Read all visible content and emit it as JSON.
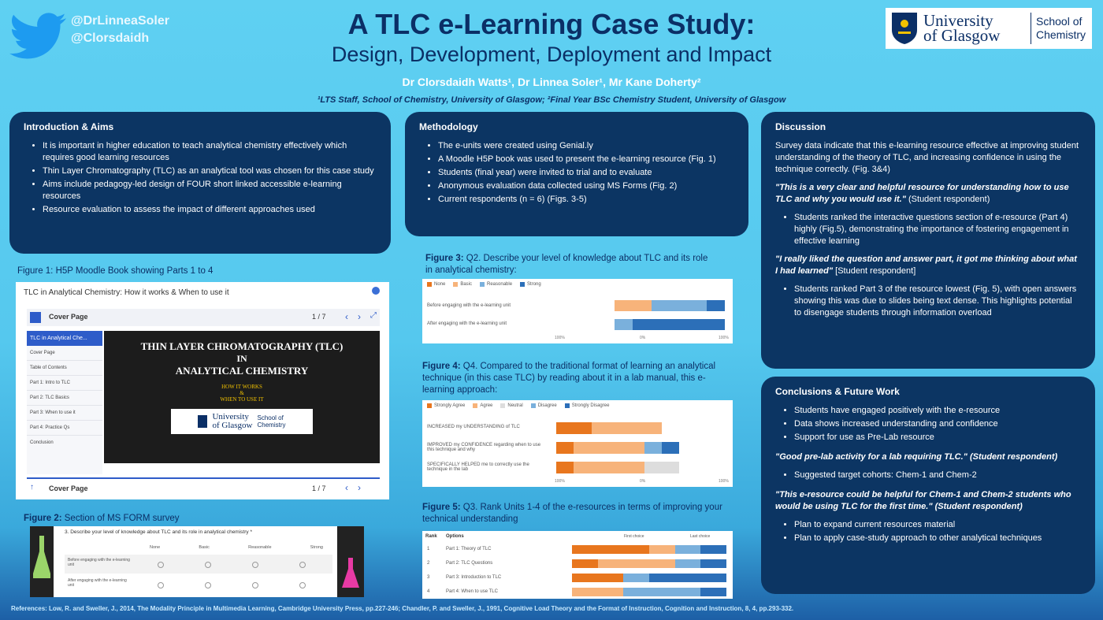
{
  "header": {
    "handle1": "@DrLinneaSoler",
    "handle2": "@Clorsdaidh",
    "title": "A TLC e-Learning Case Study:",
    "subtitle": "Design, Development, Deployment and Impact",
    "authors": "Dr Clorsdaidh Watts¹, Dr Linnea Soler¹, Mr Kane Doherty²",
    "affiliation": "¹LTS Staff, School of Chemistry, University of Glasgow; ²Final Year BSc Chemistry Student, University of Glasgow",
    "logo_uni_1": "University",
    "logo_uni_2": "of Glasgow",
    "logo_school_1": "School of",
    "logo_school_2": "Chemistry"
  },
  "intro": {
    "heading": "Introduction & Aims",
    "items": [
      "It is important in higher education to teach analytical chemistry effectively which requires good learning resources",
      "Thin Layer Chromatography (TLC) as an analytical tool was chosen for this case study",
      "Aims include pedagogy-led design of FOUR short linked accessible e-learning resources",
      "Resource evaluation to assess the impact of different approaches used"
    ]
  },
  "method": {
    "heading": "Methodology",
    "items": [
      "The e-units were created using Genial.ly",
      "A Moodle H5P book was used to present the e-learning resource (Fig. 1)",
      "Students (final year) were invited to trial and to evaluate",
      "Anonymous evaluation data collected using MS Forms (Fig. 2)",
      "Current respondents (n = 6) (Figs. 3-5)"
    ]
  },
  "discussion": {
    "heading": "Discussion",
    "p1": "Survey data indicate that this e-learning resource effective at improving student understanding of the theory of TLC, and increasing confidence in using the technique correctly. (Fig. 3&4)",
    "q1": "\"This is a very clear and helpful resource for understanding how to use TLC and why you would use it.\"",
    "q1_src": " (Student respondent)",
    "b1": "Students ranked the interactive questions section of e-resource (Part 4) highly (Fig.5), demonstrating the importance of fostering engagement in effective learning",
    "q2": "\"I really liked the question and answer part, it got me thinking about what I had learned\"",
    "q2_src": " [Student respondent]",
    "b2": "Students ranked Part 3 of the resource lowest (Fig. 5), with open answers showing this was due to slides being text dense. This highlights potential to disengage students through information overload"
  },
  "conclusions": {
    "heading": "Conclusions & Future Work",
    "items": [
      "Students have engaged positively with the e-resource",
      "Data shows increased understanding and confidence",
      "Support for use as Pre-Lab resource"
    ],
    "q1": "\"Good pre-lab activity for a lab requiring TLC.\" (Student respondent)",
    "target": "Suggested target cohorts: Chem-1 and Chem-2",
    "q2": "\"This e-resource could be helpful for Chem-1 and Chem-2 students who would be using TLC for the first time.\" (Student respondent)",
    "plans": [
      "Plan to expand current resources material",
      "Plan to apply case-study approach to other analytical techniques"
    ]
  },
  "fig1": {
    "caption": "Figure 1: H5P Moodle Book showing Parts 1 to 4",
    "window_title": "TLC in Analytical Chemistry: How it works & When to use it",
    "page_label": "Cover Page",
    "page_count": "1 / 7",
    "sidebar_title": "TLC in Analytical Che...",
    "sidebar_items": [
      "Cover Page",
      "Table of Contents",
      "Part 1: Intro to TLC",
      "Part 2: TLC Basics",
      "Part 3: When to use it",
      "Part 4: Practice Qs",
      "Conclusion"
    ],
    "slide_title_1": "THIN LAYER CHROMATOGRAPHY (TLC)",
    "slide_title_2": "IN",
    "slide_title_3": "ANALYTICAL CHEMISTRY",
    "slide_sub_1": "HOW IT WORKS",
    "slide_sub_2": "&",
    "slide_sub_3": "WHEN TO USE IT",
    "footer_label": "Cover Page",
    "footer_count": "1 / 7"
  },
  "fig2": {
    "caption_b": "Figure 2:",
    "caption": " Section of MS FORM survey",
    "question": "3. Describe your level of knowledge about TLC and its role in analytical chemistry *",
    "cols": [
      "None",
      "Basic",
      "Reasonable",
      "Strong"
    ],
    "rows": [
      "Before engaging with the e-learning unit",
      "After engaging with the e-learning unit"
    ]
  },
  "fig3": {
    "caption_b": "Figure 3:",
    "caption": " Q2. Describe your level of knowledge about TLC and its role in analytical chemistry:",
    "legend": [
      "None",
      "Basic",
      "Reasonable",
      "Strong"
    ],
    "rows": [
      "Before engaging with the e-learning unit",
      "After engaging with the e-learning unit"
    ],
    "axis": [
      "100%",
      "0%",
      "100%"
    ]
  },
  "fig4": {
    "caption_b": "Figure 4:",
    "caption": " Q4. Compared to the traditional format of learning an analytical technique (in this case TLC) by reading about it in a lab manual, this e-learning approach:",
    "legend": [
      "Strongly Agree",
      "Agree",
      "Neutral",
      "Disagree",
      "Strongly Disagree"
    ],
    "rows": [
      "INCREASED my UNDERSTANDING of TLC",
      "IMPROVED my CONFIDENCE regarding when to use this technique and why",
      "SPECIFICALLY HELPED me to correctly use the technique in the lab"
    ],
    "axis": [
      "100%",
      "0%",
      "100%"
    ]
  },
  "fig5": {
    "caption_b": "Figure 5:",
    "caption": " Q3. Rank Units 1-4 of the e-resources in terms of improving your technical understanding",
    "col_rank": "Rank",
    "col_options": "Options",
    "col_first": "First choice",
    "col_last": "Last choice",
    "ranks": [
      "1",
      "2",
      "3",
      "4"
    ],
    "options": [
      "Part 1: Theory of TLC",
      "Part 2: TLC Questions",
      "Part 3: Introduction to TLC",
      "Part 4: When to use TLC"
    ]
  },
  "references": "References: Low, R. and Sweller, J., 2014, The Modality Principle in Multimedia Learning, Cambridge University Press, pp.227-246; Chandler, P. and Sweller, J., 1991, Cognitive Load Theory and the Format of Instruction, Cognition and Instruction, 8, 4, pp.293-332.",
  "colors": {
    "panel": "#0c3563",
    "accent": "#5fd0f2",
    "bar_dark": "#e8761e",
    "bar_light": "#f7b37a",
    "bar_blue_light": "#7ab0dc",
    "bar_blue_dark": "#2c6fb8"
  },
  "chart_data": [
    {
      "type": "bar",
      "orientation": "horizontal-stacked",
      "id": "fig3",
      "categories": [
        "Before engaging with the e-learning unit",
        "After engaging with the e-learning unit"
      ],
      "series": [
        {
          "name": "None",
          "values": [
            0,
            0
          ]
        },
        {
          "name": "Basic",
          "values": [
            2,
            0
          ]
        },
        {
          "name": "Reasonable",
          "values": [
            3,
            1
          ]
        },
        {
          "name": "Strong",
          "values": [
            1,
            5
          ]
        }
      ]
    },
    {
      "type": "bar",
      "orientation": "horizontal-stacked",
      "id": "fig4",
      "categories": [
        "INCREASED my UNDERSTANDING of TLC",
        "IMPROVED my CONFIDENCE regarding when to use this technique and why",
        "SPECIFICALLY HELPED me to correctly use the technique in the lab"
      ],
      "series": [
        {
          "name": "Strongly Agree",
          "values": [
            2,
            1,
            1
          ]
        },
        {
          "name": "Agree",
          "values": [
            4,
            4,
            4
          ]
        },
        {
          "name": "Neutral",
          "values": [
            0,
            0,
            2
          ]
        },
        {
          "name": "Disagree",
          "values": [
            0,
            1,
            0
          ]
        },
        {
          "name": "Strongly Disagree",
          "values": [
            0,
            1,
            0
          ]
        }
      ]
    },
    {
      "type": "bar",
      "orientation": "horizontal-stacked",
      "id": "fig5",
      "categories": [
        "Part 1: Theory of TLC",
        "Part 2: TLC Questions",
        "Part 3: Introduction to TLC",
        "Part 4: When to use TLC"
      ],
      "series": [
        {
          "name": "1st",
          "values": [
            3,
            1,
            2,
            0
          ]
        },
        {
          "name": "2nd",
          "values": [
            1,
            3,
            0,
            2
          ]
        },
        {
          "name": "3rd",
          "values": [
            1,
            1,
            1,
            3
          ]
        },
        {
          "name": "4th",
          "values": [
            1,
            1,
            3,
            1
          ]
        }
      ]
    }
  ]
}
